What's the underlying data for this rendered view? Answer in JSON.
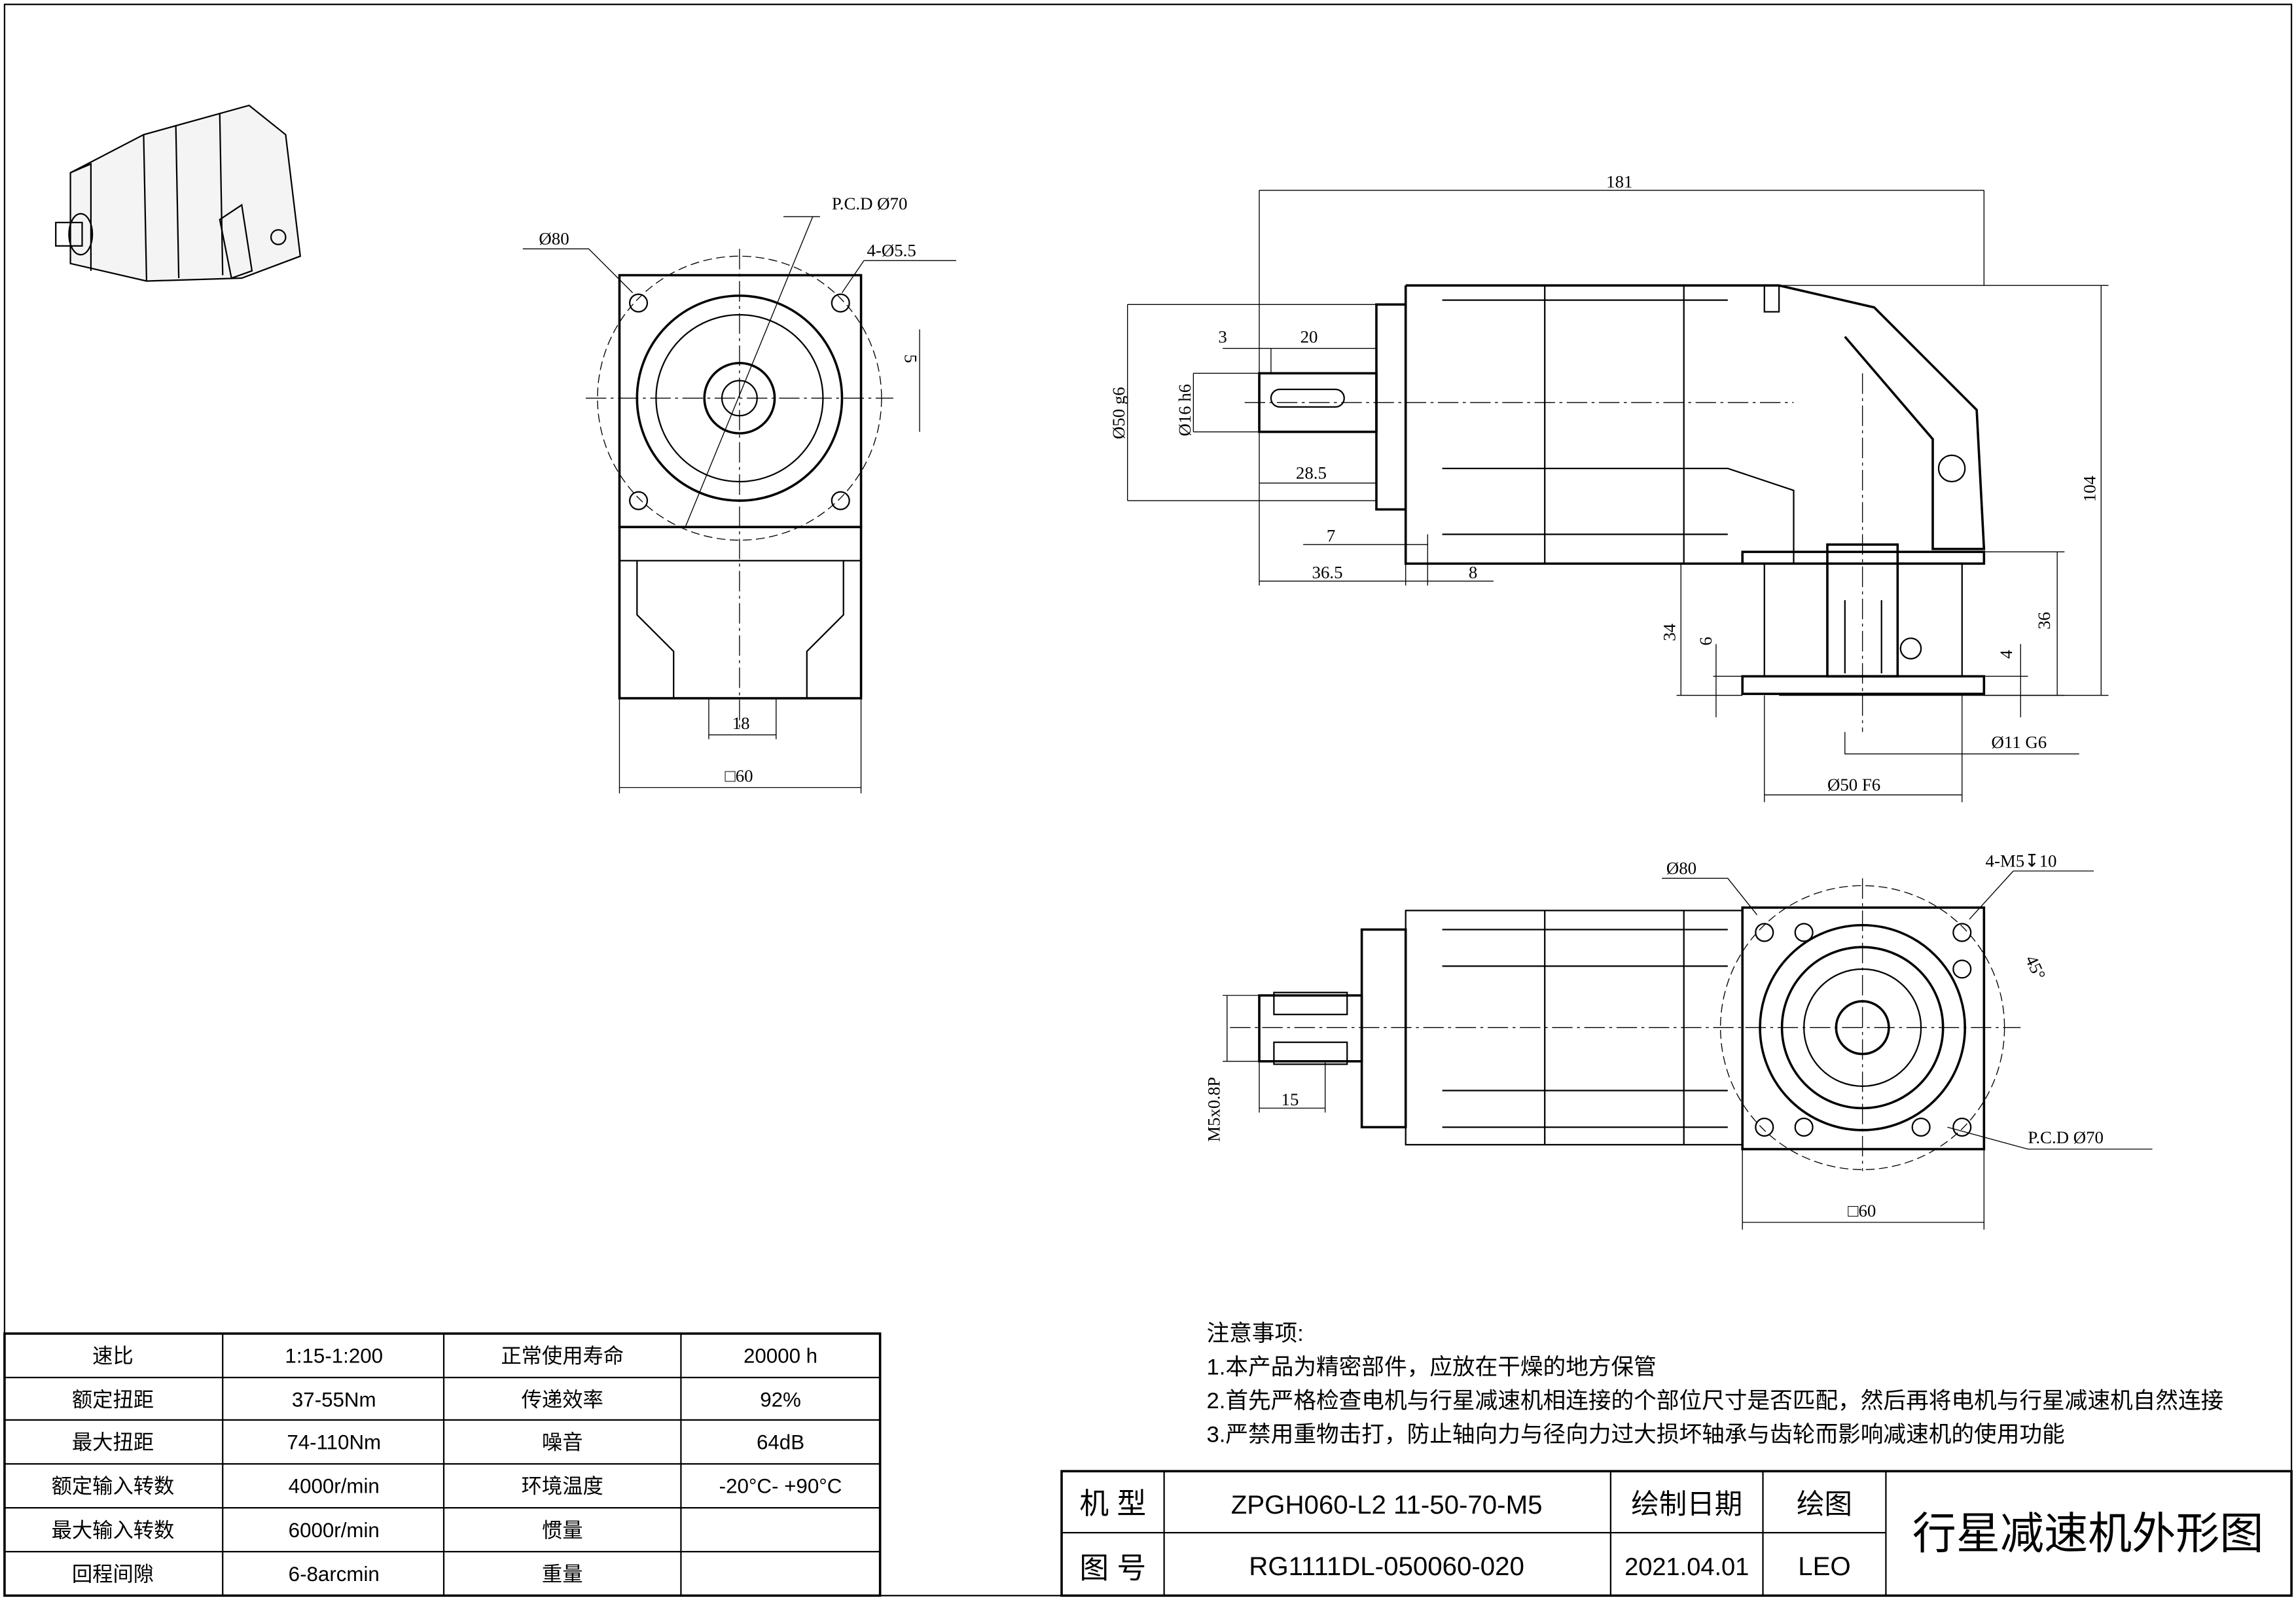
{
  "front_view": {
    "dims": {
      "outer_dia": "Ø80",
      "pcd": "P.C.D Ø70",
      "holes": "4-Ø5.5",
      "key_offset": "5",
      "bore_width": "18",
      "square": "□60"
    }
  },
  "side_view": {
    "dims": {
      "overall_length": "181",
      "shaft_step": "3",
      "key_length": "20",
      "pilot": "Ø50 g6",
      "shaft": "Ø16 h6",
      "shaft_length": "28.5",
      "flange_gap": "7",
      "shaft_total": "36.5",
      "flange_thk": "8",
      "height": "104",
      "out_height": "34",
      "out_step": "6",
      "out_flange": "36",
      "out_lip": "4",
      "bore": "Ø11 G6",
      "spigot": "Ø50 F6"
    }
  },
  "bottom_view": {
    "dims": {
      "outer_dia": "Ø80",
      "tapped_holes": "4-M5↧10",
      "angle": "45°",
      "thread": "M5x0.8P",
      "thread_depth": "15",
      "pcd": "P.C.D Ø70",
      "square": "□60"
    }
  },
  "spec_table": {
    "rows": [
      [
        "速比",
        "1:15-1:200",
        "正常使用寿命",
        "20000 h"
      ],
      [
        "额定扭距",
        "37-55Nm",
        "传递效率",
        "92%"
      ],
      [
        "最大扭距",
        "74-110Nm",
        "噪音",
        "64dB"
      ],
      [
        "额定输入转数",
        "4000r/min",
        "环境温度",
        "-20°C- +90°C"
      ],
      [
        "最大输入转数",
        "6000r/min",
        "惯量",
        ""
      ],
      [
        "回程间隙",
        "6-8arcmin",
        "重量",
        ""
      ]
    ]
  },
  "notes": {
    "title": "注意事项:",
    "items": [
      "1.本产品为精密部件，应放在干燥的地方保管",
      "2.首先严格检查电机与行星减速机相连接的个部位尺寸是否匹配，然后再将电机与行星减速机自然连接",
      "3.严禁用重物击打，防止轴向力与径向力过大损坏轴承与齿轮而影响减速机的使用功能"
    ]
  },
  "title_block": {
    "model_label": "机  型",
    "model_value": "ZPGH060-L2 11-50-70-M5",
    "drawing_no_label": "图  号",
    "drawing_no_value": "RG1111DL-050060-020",
    "date_label": "绘制日期",
    "date_value": "2021.04.01",
    "drawer_label": "绘图",
    "drawer_value": "LEO",
    "title": "行星减速机外形图"
  }
}
